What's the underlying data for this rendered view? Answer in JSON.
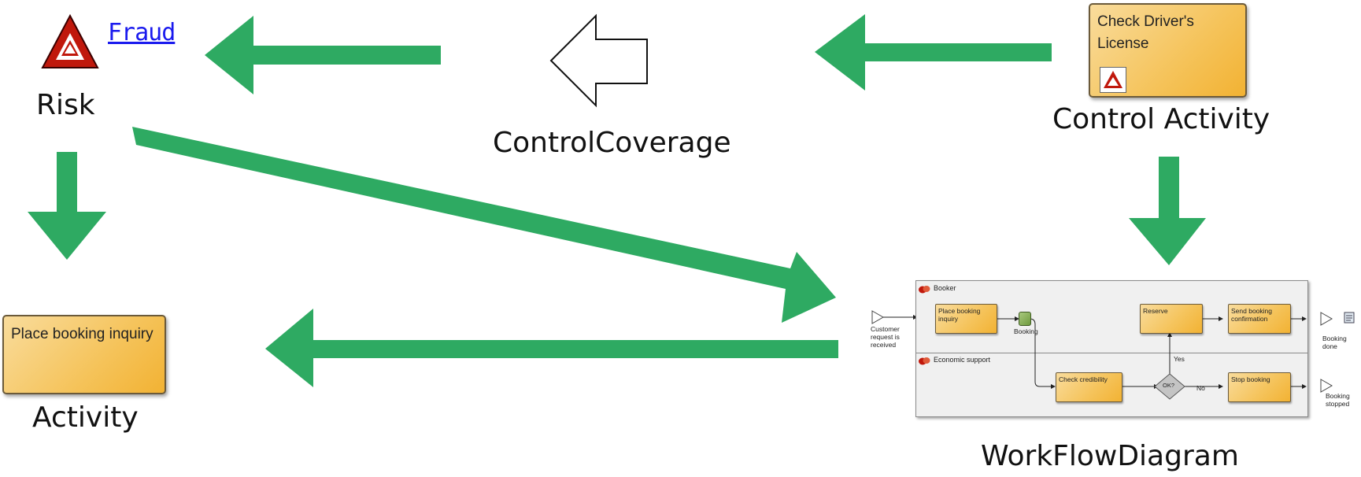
{
  "labels": {
    "risk": "Risk",
    "fraud": "Fraud",
    "control_coverage": "ControlCoverage",
    "control_activity": "Control Activity",
    "activity": "Activity",
    "workflow_diagram": "WorkFlowDiagram"
  },
  "boxes": {
    "control_activity_box": "Check Driver's License",
    "activity_box": "Place booking inquiry"
  },
  "workflow": {
    "lane_booker": "Booker",
    "lane_economic": "Economic support",
    "start_event": "Customer request is received",
    "place_booking": "Place booking inquiry",
    "booking_state": "Booking",
    "reserve": "Reserve",
    "send_confirmation": "Send booking confirmation",
    "booking_done": "Booking done",
    "check_credibility": "Check credibility",
    "gateway": "OK?",
    "yes": "Yes",
    "no": "No",
    "stop_booking": "Stop booking",
    "booking_stopped": "Booking stopped"
  },
  "colors": {
    "arrow_green": "#2eaa62",
    "box_gold": "#f5c35a",
    "risk_red": "#c0180c",
    "link_blue": "#1a1aee"
  },
  "icons": {
    "risk": "warning-triangle-icon",
    "lane": "theater-masks-icon",
    "document": "document-icon"
  }
}
